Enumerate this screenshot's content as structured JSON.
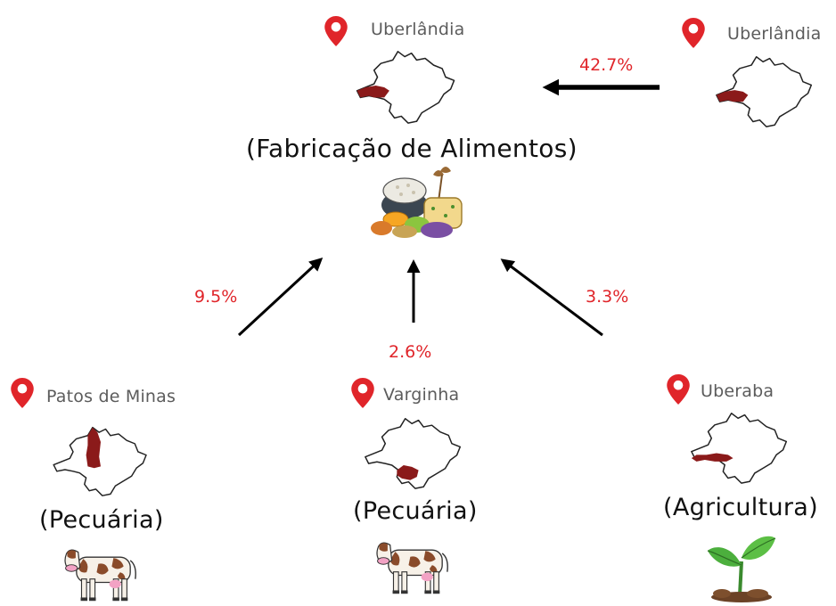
{
  "colors": {
    "accent": "#e0252a",
    "region": "#8b1a1a",
    "arrow": "#000000",
    "label": "#5c5c5c"
  },
  "icons": [
    "location-pin-icon",
    "state-map-icon",
    "food-basket-icon",
    "cow-icon",
    "seedling-icon"
  ],
  "nodes": {
    "center": {
      "city": "Uberlândia",
      "sector": "(Fabricação de Alimentos)"
    },
    "origin_right": {
      "city": "Uberlândia"
    },
    "patos": {
      "city": "Patos de Minas",
      "sector": "(Pecuária)"
    },
    "varginha": {
      "city": "Varginha",
      "sector": "(Pecuária)"
    },
    "uberaba": {
      "city": "Uberaba",
      "sector": "(Agricultura)"
    }
  },
  "links": {
    "uberlandia_to_center": "42.7%",
    "patos_to_center": "9.5%",
    "varginha_to_center": "2.6%",
    "uberaba_to_center": "3.3%"
  }
}
